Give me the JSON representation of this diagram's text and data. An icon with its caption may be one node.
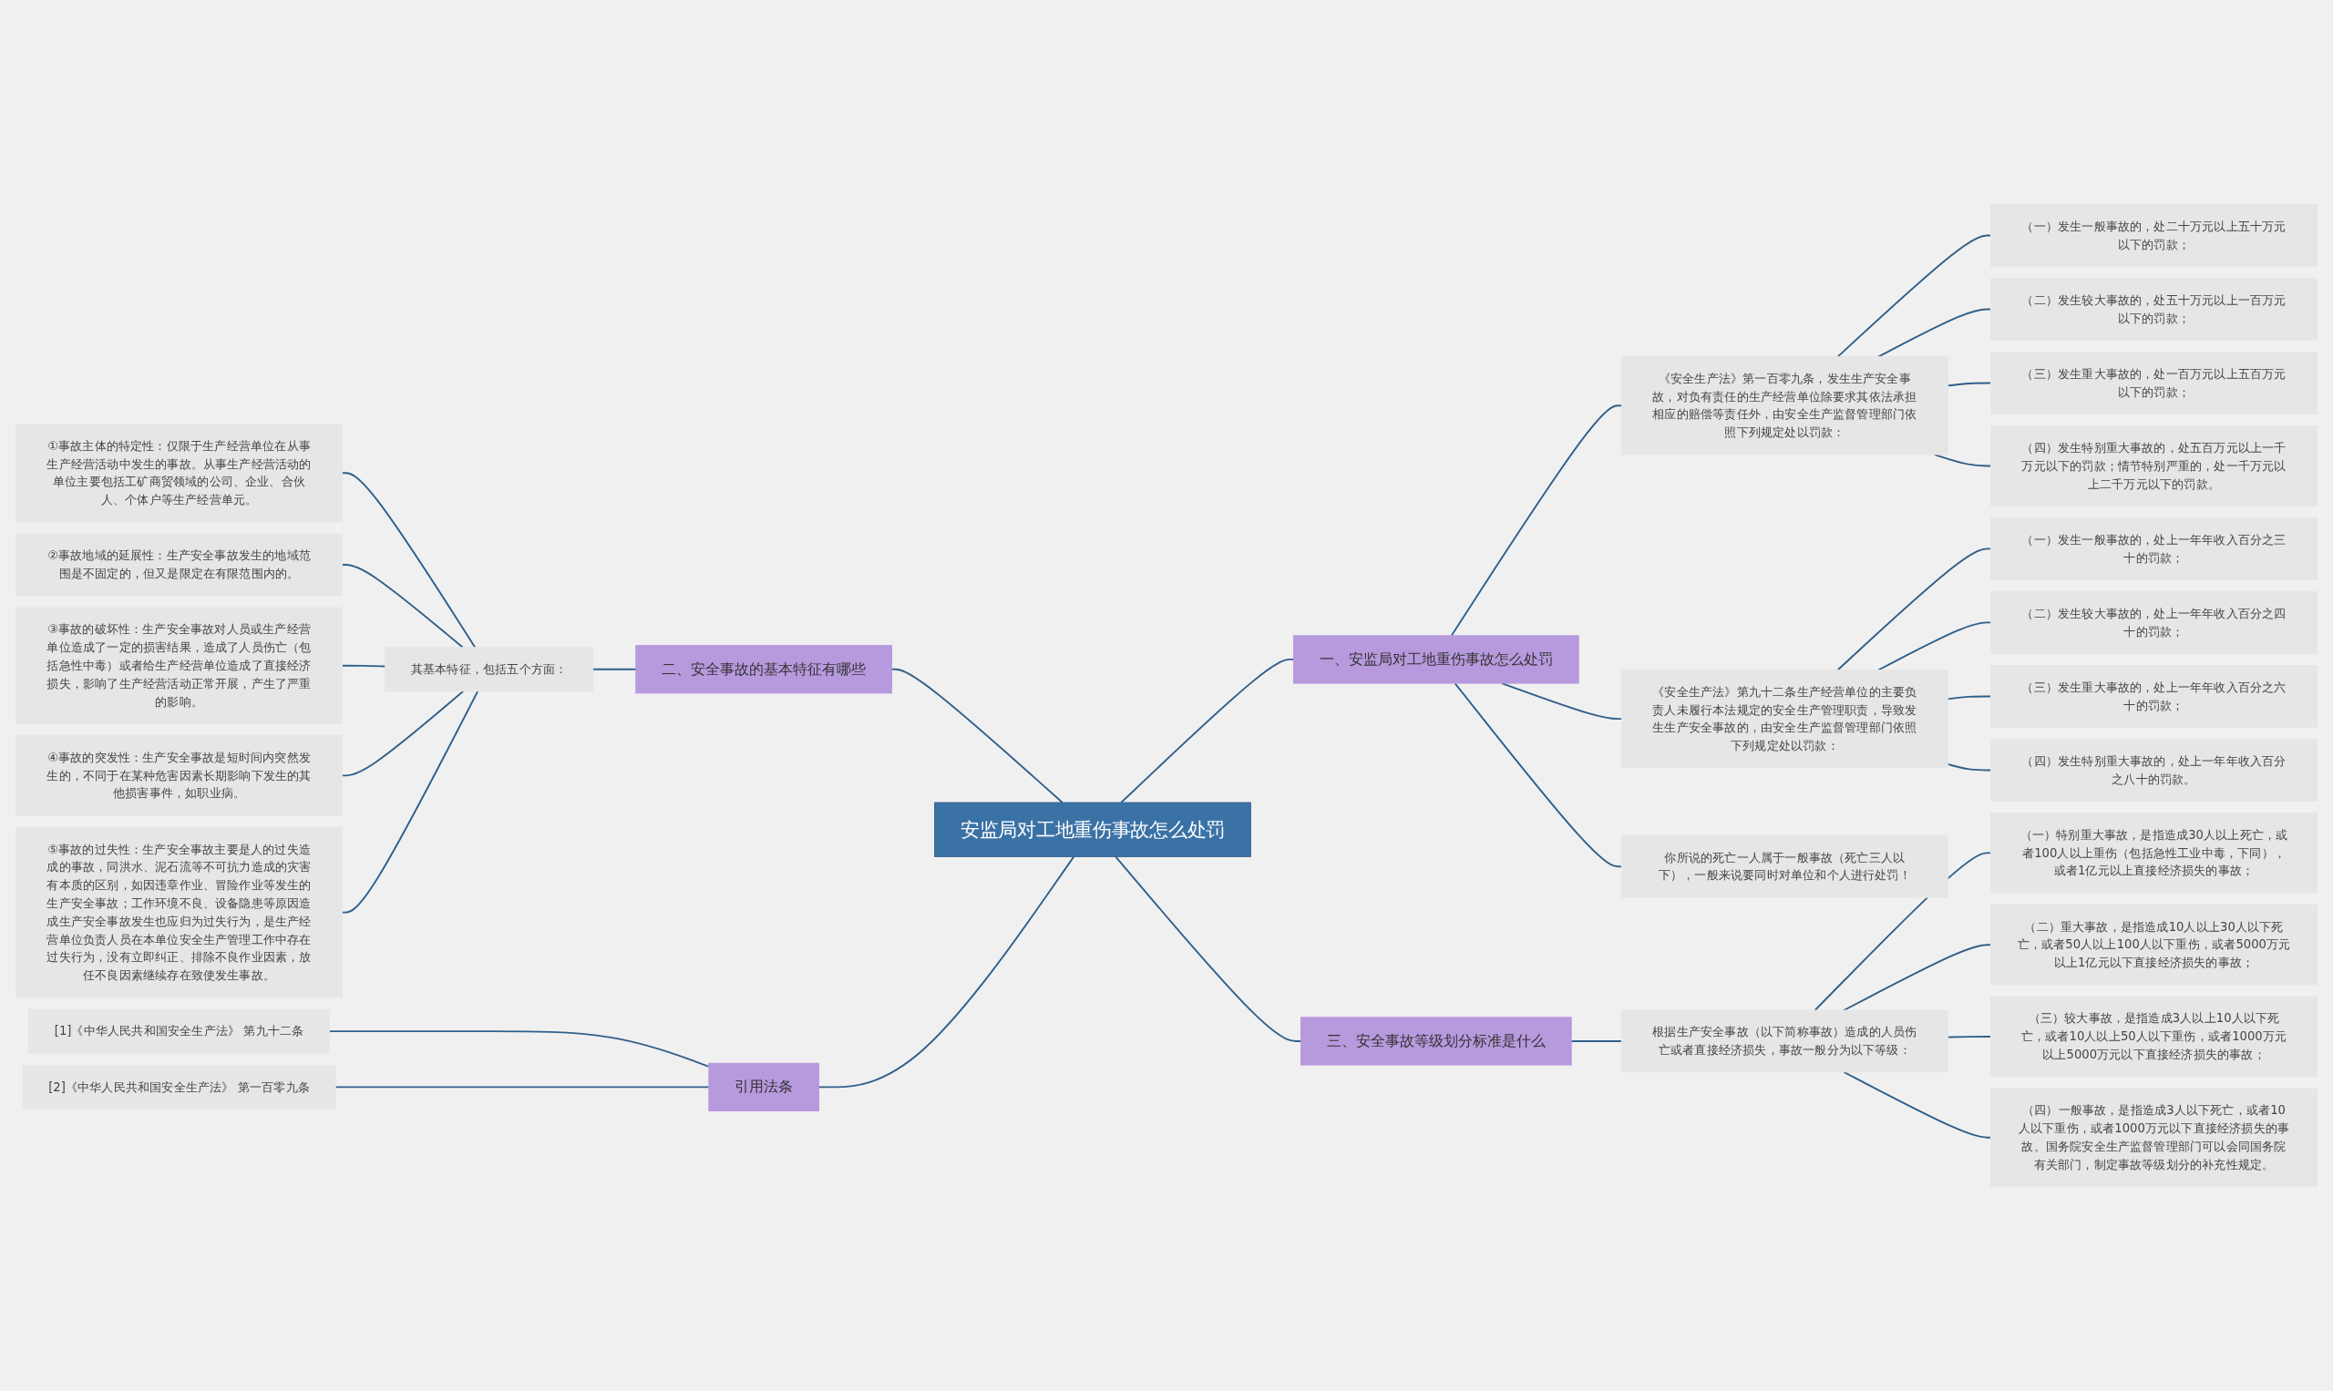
{
  "diagram": {
    "nodes": [
      {
        "text": [
          "安监局对工地重伤事故怎么处罚"
        ]
      },
      {
        "text": [
          "一、安监局对工地重伤事故怎么处罚"
        ]
      },
      {
        "text": [
          "《安全生产法》第一百零九条，发生生产安全事故，对负有责任的生产经营单位除要求其依法承担相应的赔偿等责任外，由安全生产监督管理部门依照下列规定处以罚款："
        ]
      },
      {
        "text": [
          "（一）发生一般事故的，处二十万元以上五十万元以下的罚款；"
        ]
      },
      {
        "text": [
          "（二）发生较大事故的，处五十万元以上一百万元以下的罚款；"
        ]
      },
      {
        "text": [
          "（三）发生重大事故的，处一百万元以上五百万元以下的罚款；"
        ]
      },
      {
        "text": [
          "（四）发生特别重大事故的，处五百万元以上一千万元以下的罚款；情节特别严重的，处一千万元以上二千万元以下的罚款。"
        ]
      },
      {
        "text": [
          "《安全生产法》第九十二条生产经营单位的主要负责人未履行本法规定的安全生产管理职责，导致发生生产安全事故的，由安全生产监督管理部门依照下列规定处以罚款："
        ]
      },
      {
        "text": [
          "（一）发生一般事故的，处上一年年收入百分之三十的罚款；"
        ]
      },
      {
        "text": [
          "（二）发生较大事故的，处上一年年收入百分之四十的罚款；"
        ]
      },
      {
        "text": [
          "（三）发生重大事故的，处上一年年收入百分之六十的罚款；"
        ]
      },
      {
        "text": [
          "（四）发生特别重大事故的，处上一年年收入百分之八十的罚款。"
        ]
      },
      {
        "text": [
          "你所说的死亡一人属于一般事故（死亡三人以下），一般来说要同时对单位和个人进行处罚！"
        ]
      },
      {
        "text": [
          "二、安全事故的基本特征有哪些"
        ]
      },
      {
        "text": [
          "其基本特征，包括五个方面："
        ]
      },
      {
        "text": [
          "①事故主体的特定性：仅限于生产经营单位在从事生产经营活动中发生的事故。从事生产经营活动的单位主要包括工矿商贸领域的公司、企业、合伙人、个体户等生产经营单元。"
        ]
      },
      {
        "text": [
          "②事故地域的延展性：生产安全事故发生的地域范围是不固定的，但又是限定在有限范围内的。"
        ]
      },
      {
        "text": [
          "③事故的破坏性：生产安全事故对人员或生产经营单位造成了一定的损害结果，造成了人员伤亡（包括急性中毒）或者给生产经营单位造成了直接经济损失，影响了生产经营活动正常开展，产生了严重的影响。"
        ]
      },
      {
        "text": [
          "④事故的突发性：生产安全事故是短时间内突然发生的，不同于在某种危害因素长期影响下发生的其他损害事件，如职业病。"
        ]
      },
      {
        "text": [
          "⑤事故的过失性：生产安全事故主要是人的过失造成的事故，同洪水、泥石流等不可抗力造成的灾害有本质的区别，如因违章作业、冒险作业等发生的生产安全事故；工作环境不良、设备隐患等原因造成生产安全事故发生也应归为过失行为，是生产经营单位负责人员在本单位安全生产管理工作中存在过失行为，没有立即纠正、排除不良作业因素，放任不良因素继续存在致使发生事故。"
        ]
      },
      {
        "text": [
          "三、安全事故等级划分标准是什么"
        ]
      },
      {
        "text": [
          "根据生产安全事故（以下简称事故）造成的人员伤亡或者直接经济损失，事故一般分为以下等级："
        ]
      },
      {
        "text": [
          "（一）特别重大事故，是指造成30人以上死亡，或者100人以上重伤（包括急性工业中毒，下同），或者1亿元以上直接经济损失的事故；"
        ]
      },
      {
        "text": [
          "（二）重大事故，是指造成10人以上30人以下死亡，或者50人以上100人以下重伤，或者5000万元以上1亿元以下直接经济损失的事故；"
        ]
      },
      {
        "text": [
          "（三）较大事故，是指造成3人以上10人以下死亡，或者10人以上50人以下重伤，或者1000万元以上5000万元以下直接经济损失的事故；"
        ]
      },
      {
        "text": [
          "（四）一般事故，是指造成3人以下死亡，或者10人以下重伤，或者1000万元以下直接经济损失的事故。国务院安全生产监督管理部门可以会同国务院有关部门，制定事故等级划分的补充性规定。"
        ]
      },
      {
        "text": [
          "引用法条"
        ]
      },
      {
        "text": [
          "[1]《中华人民共和国安全生产法》 第九十二条"
        ]
      },
      {
        "text": [
          "[2]《中华人民共和国安全生产法》 第一百零九条"
        ]
      }
    ],
    "edges": [
      {
        "from": 0,
        "to": 1,
        "arrow": "none"
      },
      {
        "from": 1,
        "to": 2,
        "arrow": "none"
      },
      {
        "from": 2,
        "to": 3,
        "arrow": "none"
      },
      {
        "from": 2,
        "to": 4,
        "arrow": "none"
      },
      {
        "from": 2,
        "to": 5,
        "arrow": "none"
      },
      {
        "from": 2,
        "to": 6,
        "arrow": "none"
      },
      {
        "from": 1,
        "to": 7,
        "arrow": "none"
      },
      {
        "from": 7,
        "to": 8,
        "arrow": "none"
      },
      {
        "from": 7,
        "to": 9,
        "arrow": "none"
      },
      {
        "from": 7,
        "to": 10,
        "arrow": "none"
      },
      {
        "from": 7,
        "to": 11,
        "arrow": "none"
      },
      {
        "from": 1,
        "to": 12,
        "arrow": "none"
      },
      {
        "from": 0,
        "to": 13,
        "arrow": "none"
      },
      {
        "from": 13,
        "to": 14,
        "arrow": "none"
      },
      {
        "from": 14,
        "to": 15,
        "arrow": "none"
      },
      {
        "from": 14,
        "to": 16,
        "arrow": "none"
      },
      {
        "from": 14,
        "to": 17,
        "arrow": "none"
      },
      {
        "from": 14,
        "to": 18,
        "arrow": "none"
      },
      {
        "from": 14,
        "to": 19,
        "arrow": "none"
      },
      {
        "from": 0,
        "to": 20,
        "arrow": "none"
      },
      {
        "from": 20,
        "to": 21,
        "arrow": "none"
      },
      {
        "from": 21,
        "to": 22,
        "arrow": "none"
      },
      {
        "from": 21,
        "to": 23,
        "arrow": "none"
      },
      {
        "from": 21,
        "to": 24,
        "arrow": "none"
      },
      {
        "from": 21,
        "to": 25,
        "arrow": "none"
      },
      {
        "from": 0,
        "to": 26,
        "arrow": "none"
      },
      {
        "from": 26,
        "to": 27,
        "arrow": "none"
      },
      {
        "from": 26,
        "to": 28,
        "arrow": "none"
      }
    ]
  }
}
